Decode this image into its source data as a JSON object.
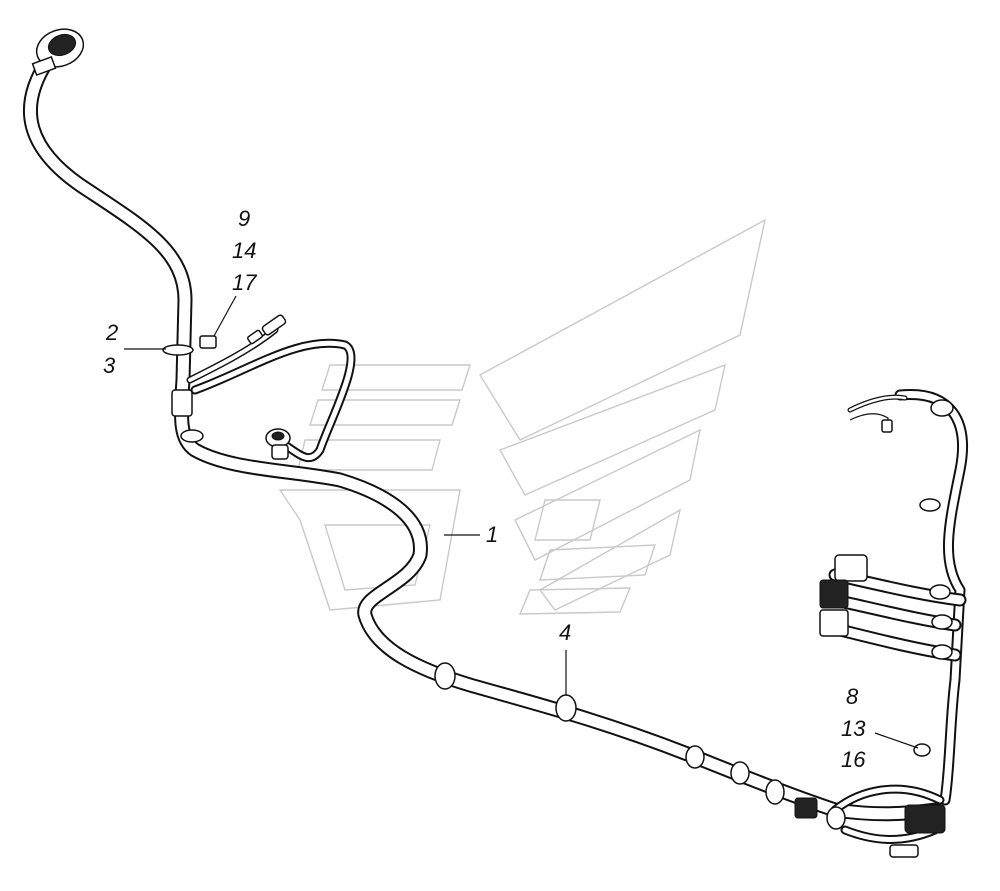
{
  "callouts": {
    "c9": "9",
    "c14": "14",
    "c17": "17",
    "c2": "2",
    "c3": "3",
    "c1": "1",
    "c4": "4",
    "c8": "8",
    "c13": "13",
    "c16": "16"
  }
}
